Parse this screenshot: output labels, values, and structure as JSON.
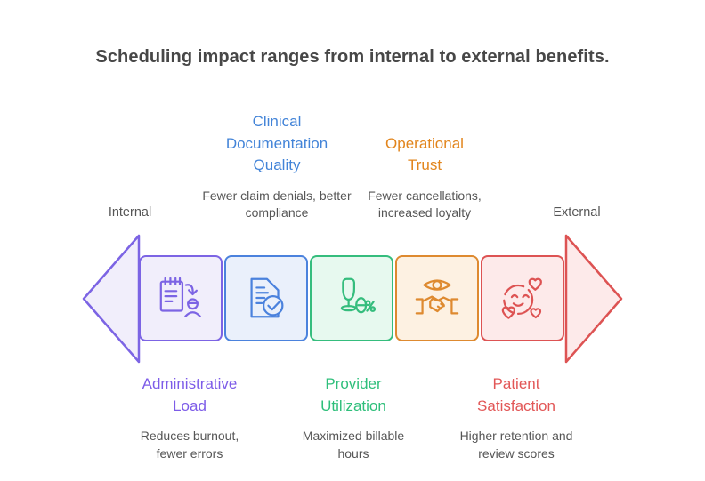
{
  "title": "Scheduling impact ranges from internal to external benefits.",
  "axis": {
    "left_label": "Internal",
    "right_label": "External"
  },
  "colors": {
    "title_text": "#474747",
    "body_text": "#565656",
    "left_arrow": {
      "stroke": "#7c64e4",
      "fill": "#f1eefb"
    },
    "right_arrow": {
      "stroke": "#dd5353",
      "fill": "#fdeaea"
    }
  },
  "stages": [
    {
      "name": "administrative-load",
      "label": "Administrative Load",
      "description": "Reduces burnout, fewer errors",
      "border_color": "#7c64e4",
      "fill_color": "#f1eefb",
      "text_color": "#7d5ce8",
      "icon": "clipboard-assignment-icon",
      "annotation_position": "below"
    },
    {
      "name": "clinical-documentation-quality",
      "label": "Clinical Documentation Quality",
      "description": "Fewer claim denials, better compliance",
      "border_color": "#4b82dd",
      "fill_color": "#eaf0fb",
      "text_color": "#4384d8",
      "icon": "document-check-icon",
      "annotation_position": "above"
    },
    {
      "name": "provider-utilization",
      "label": "Provider Utilization",
      "description": "Maximized billable hours",
      "border_color": "#35bd7d",
      "fill_color": "#e7f9ef",
      "text_color": "#2fbf7b",
      "icon": "wine-glass-percent-icon",
      "annotation_position": "below"
    },
    {
      "name": "operational-trust",
      "label": "Operational Trust",
      "description": "Fewer cancellations, increased loyalty",
      "border_color": "#de8a30",
      "fill_color": "#fdf1e2",
      "text_color": "#e2851c",
      "icon": "eye-handshake-icon",
      "annotation_position": "above"
    },
    {
      "name": "patient-satisfaction",
      "label": "Patient Satisfaction",
      "description": "Higher retention and review scores",
      "border_color": "#dd5353",
      "fill_color": "#fdeaea",
      "text_color": "#e25757",
      "icon": "smiley-hearts-icon",
      "annotation_position": "below"
    }
  ]
}
